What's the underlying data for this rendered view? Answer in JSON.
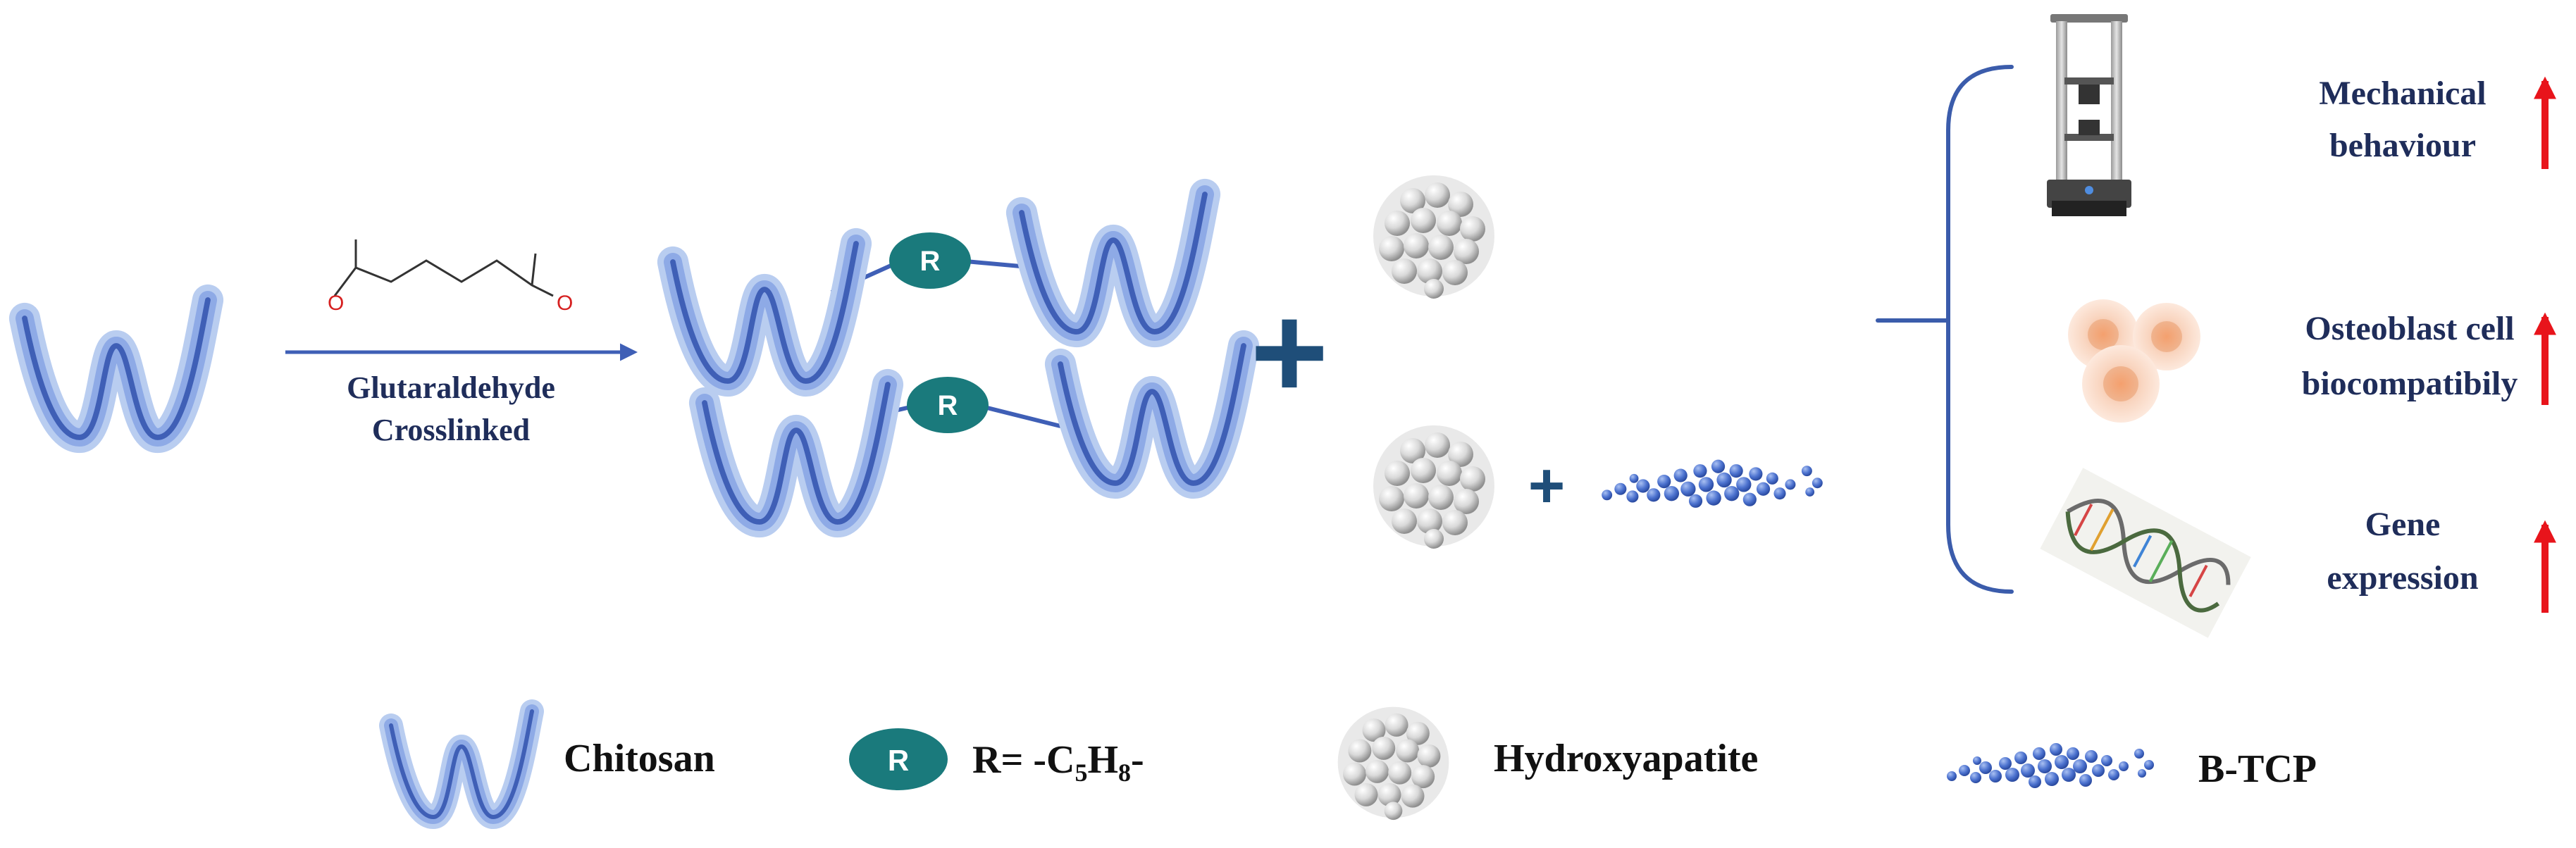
{
  "reaction": {
    "reagent_line1": "Glutaraldehyde",
    "reagent_line2": "Crosslinked",
    "aldehyde_o_left": "O",
    "aldehyde_o_right": "O",
    "crosslink_r": "R",
    "plus_large": "+",
    "plus_small": "+"
  },
  "outcomes": [
    {
      "line1": "Mechanical",
      "line2": "behaviour",
      "icon": "testing-machine-icon",
      "trend": "increase"
    },
    {
      "line1": "Osteoblast cell",
      "line2": "biocompatibily",
      "icon": "cells-icon",
      "trend": "increase"
    },
    {
      "line1": "Gene",
      "line2": "expression",
      "icon": "dna-helix-icon",
      "trend": "increase"
    }
  ],
  "legend": {
    "chitosan": "Chitosan",
    "r_symbol": "R",
    "r_def_prefix": "R= -C",
    "r_def_sub1": "5",
    "r_def_mid": "H",
    "r_def_sub2": "8",
    "r_def_suffix": "-",
    "hydroxyapatite": "Hydroxyapatite",
    "btcp": "B-TCP"
  },
  "colors": {
    "navy_text": "#1f2d5a",
    "chain_blue": "#3f5fb6",
    "chain_glow": "#b9cdf0",
    "teal": "#1a7a7c",
    "arrow_red": "#e8141b",
    "bracket_blue": "#3b5cab",
    "plus_blue": "#1f4e79",
    "oxygen_red": "#d62020"
  }
}
